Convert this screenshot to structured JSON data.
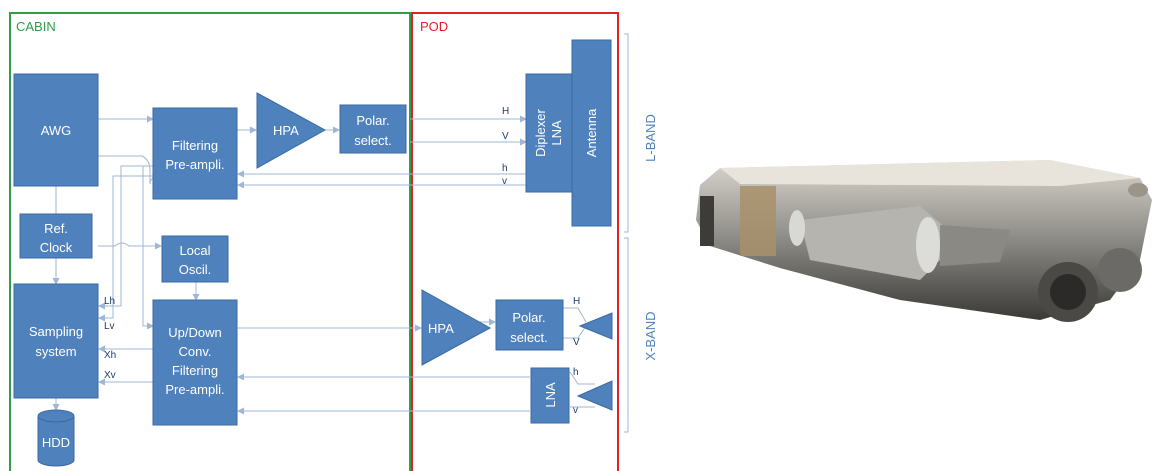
{
  "sections": {
    "cabin": "CABIN",
    "pod": "POD"
  },
  "bands": {
    "l_band": "L-BAND",
    "x_band": "X-BAND"
  },
  "blocks": {
    "awg": "AWG",
    "filtering_1": [
      "Filtering",
      "Pre-ampli."
    ],
    "hpa_l": "HPA",
    "polar_l": [
      "Polar.",
      "select."
    ],
    "diplexer": "Diplexer",
    "lna_l": "LNA",
    "antenna": "Antenna",
    "ref_clock": [
      "Ref.",
      "Clock"
    ],
    "local_oscil": [
      "Local",
      "Oscil."
    ],
    "sampling": [
      "Sampling",
      "system"
    ],
    "updown": [
      "Up/Down",
      "Conv.",
      "Filtering",
      "Pre-ampli."
    ],
    "hpa_x": "HPA",
    "polar_x": [
      "Polar.",
      "select."
    ],
    "lna_x": "LNA",
    "hdd": "HDD"
  },
  "signals": {
    "H": "H",
    "V": "V",
    "h": "h",
    "v": "v",
    "Lh": "Lh",
    "Lv": "Lv",
    "Xh": "Xh",
    "Xv": "Xv",
    "xH": "H",
    "xV": "V",
    "xh": "h",
    "xv": "v"
  },
  "colors": {
    "block": "#4f81bd",
    "cabin_frame": "#2e9e48",
    "pod_frame": "#e0202a",
    "wires": "#9fb7d4"
  }
}
